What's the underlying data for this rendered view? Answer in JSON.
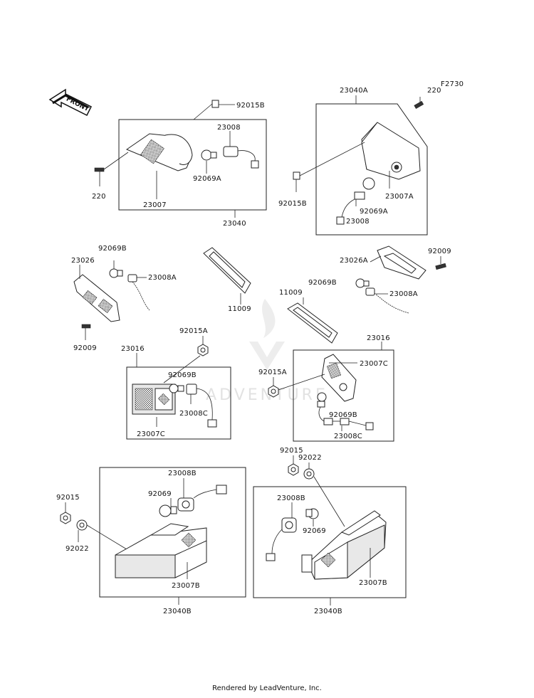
{
  "diagram_code": "F2730",
  "front_arrow_text": "FRONT",
  "watermark_text": "ADVENTURE",
  "footer_text": "Rendered by LeadVenture, Inc.",
  "labels": {
    "l92015b_top": "92015B",
    "l23008_top": "23008",
    "l92069a_left": "92069A",
    "l220_left": "220",
    "l23007": "23007",
    "l23040": "23040",
    "l23040a": "23040A",
    "l220_right": "220",
    "l92015b_right": "92015B",
    "l23007a": "23007A",
    "l92069a_right": "92069A",
    "l23008_right": "23008",
    "l92069b_left": "92069B",
    "l23026": "23026",
    "l23008a_left": "23008A",
    "l92009_left": "92009",
    "l11009_mid": "11009",
    "l11009_right": "11009",
    "l23026a": "23026A",
    "l92009_right": "92009",
    "l92069b_right": "92069B",
    "l23008a_right": "23008A",
    "l92015a_left": "92015A",
    "l23016_left": "23016",
    "l92069b_mid": "92069B",
    "l23008c_left": "23008C",
    "l23007c_left": "23007C",
    "l23016_right": "23016",
    "l23007c_right": "23007C",
    "l92015a_right": "92015A",
    "l92069b_rbox": "92069B",
    "l23008c_right": "23008C",
    "l92015_right": "92015",
    "l92022_right": "92022",
    "l23008b_left": "23008B",
    "l92069_left": "92069",
    "l92015_left": "92015",
    "l92022_left": "92022",
    "l23007b_left": "23007B",
    "l23040b_left": "23040B",
    "l23008b_right": "23008B",
    "l92069_right": "92069",
    "l23007b_right": "23007B",
    "l23040b_right": "23040B"
  }
}
